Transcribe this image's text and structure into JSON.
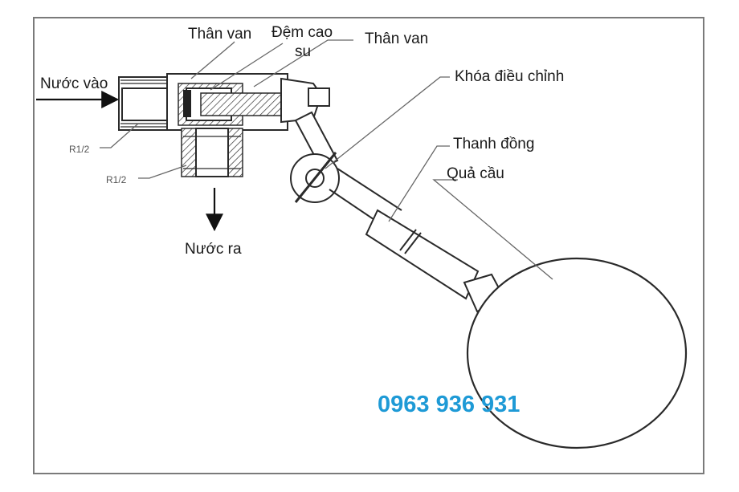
{
  "labels": {
    "valve_body_left": "Thân van",
    "rubber_gasket_line1": "Đệm cao",
    "rubber_gasket_line2": "su",
    "valve_body_right": "Thân van",
    "adjust_lock": "Khóa điều chỉnh",
    "brass_rod": "Thanh đồng",
    "ball": "Quả cầu",
    "water_in": "Nước vào",
    "water_out": "Nước ra",
    "thread_inlet": "R1/2",
    "thread_outlet": "R1/2"
  },
  "phone": "0963 936 931",
  "colors": {
    "phone": "#1e9ad6",
    "frame": "#7a7a7a",
    "ink": "#2a2a2a"
  }
}
